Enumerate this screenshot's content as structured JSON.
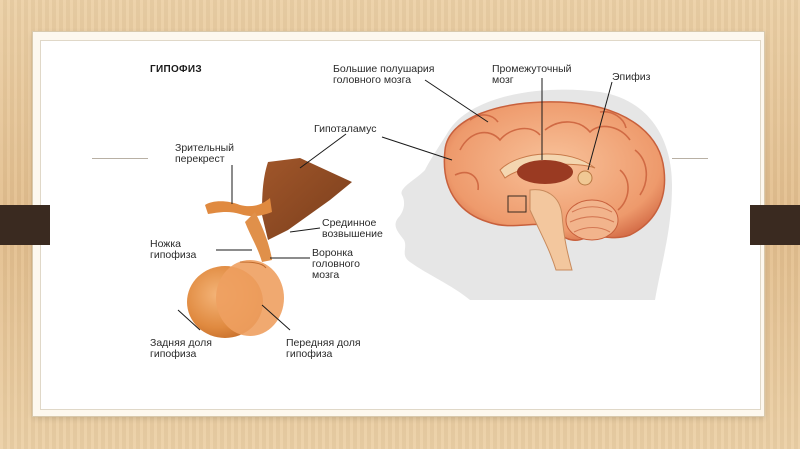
{
  "title": "ГИПОФИЗ",
  "labels": {
    "optic_chiasm": "Зрительный\nперекрест",
    "hypothalamus": "Гипоталамус",
    "median_eminence": "Срединное\nвозвышение",
    "pituitary_stalk": "Ножка\nгипофиза",
    "brain_funnel": "Воронка\nголовного\nмозга",
    "posterior_lobe": "Задняя доля\nгипофиза",
    "anterior_lobe": "Передняя доля\nгипофиза",
    "hemispheres": "Большие полушария\nголовного мозга",
    "diencephalon": "Промежуточный\nмозг",
    "epiphysis": "Эпифиз"
  },
  "colors": {
    "pituitary": "#e89a52",
    "brain": "#f0a27a",
    "head_silhouette": "#e8e8e8"
  }
}
